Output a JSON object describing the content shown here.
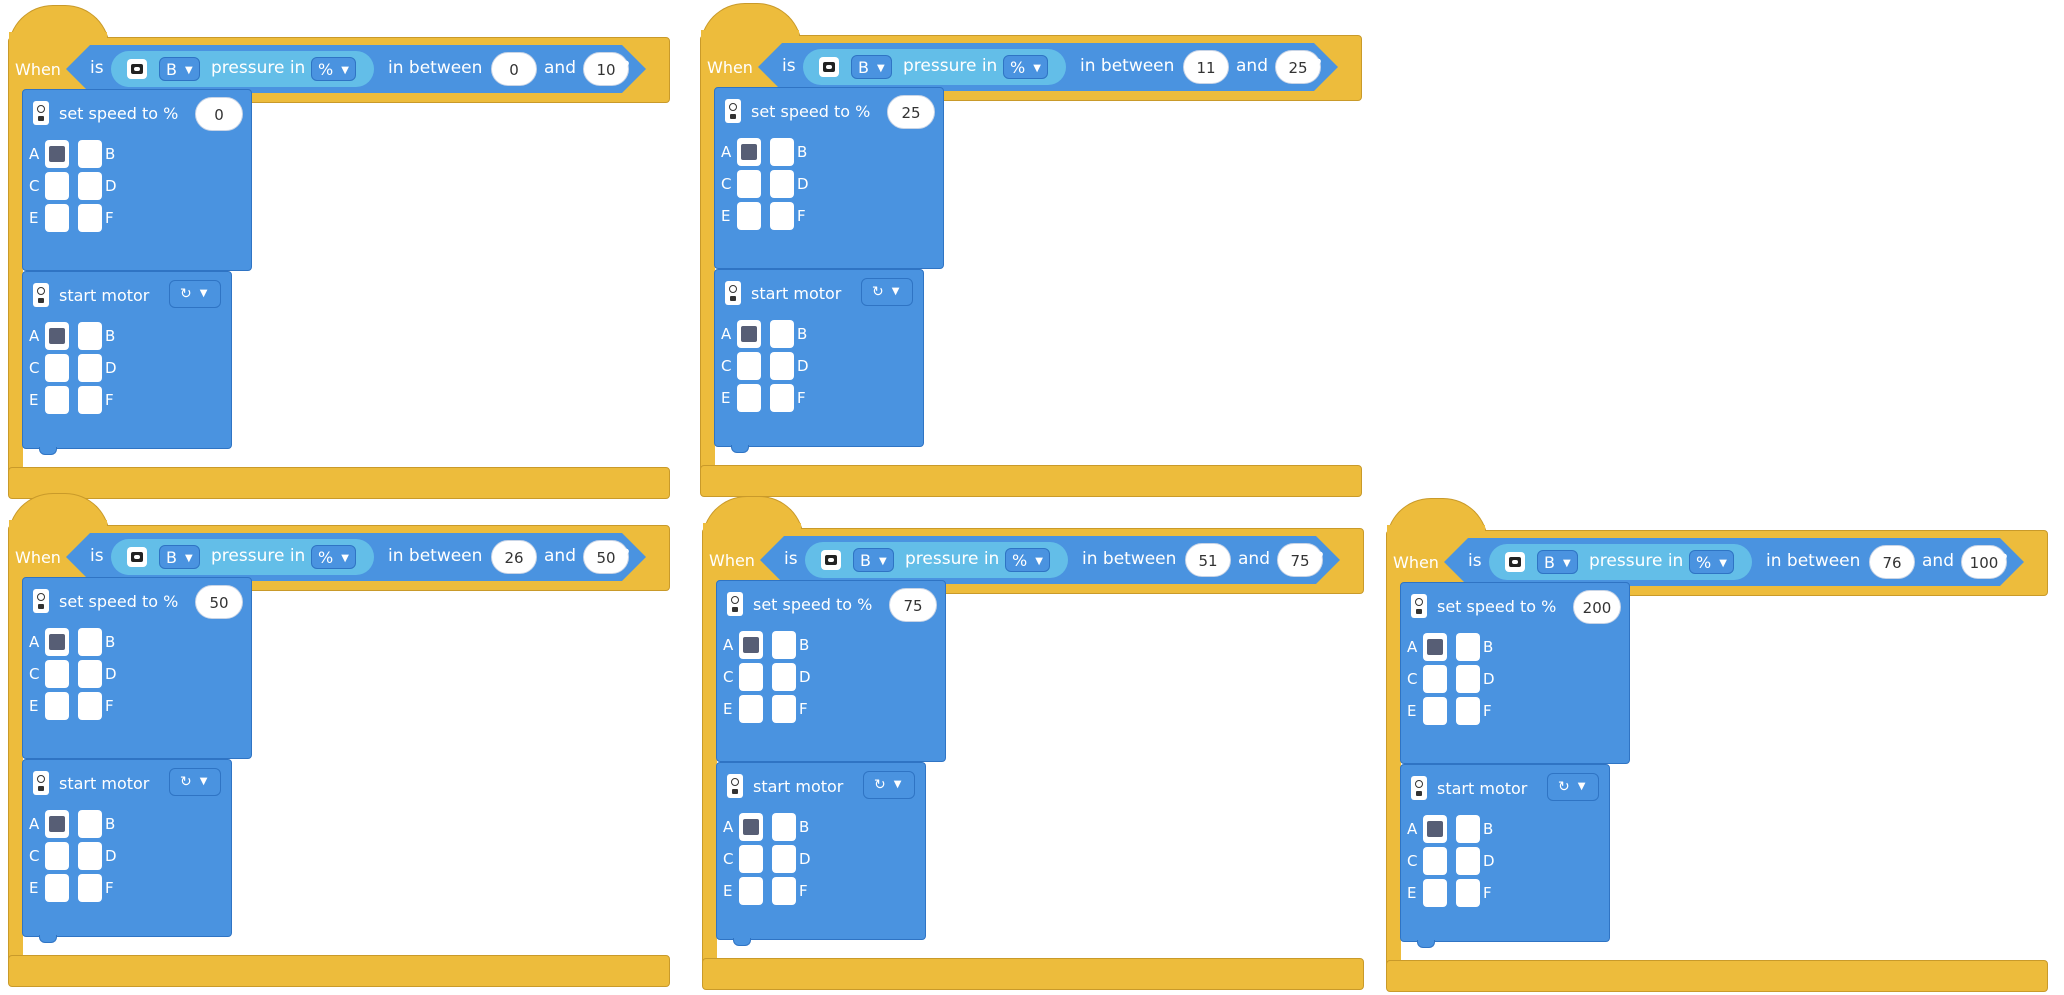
{
  "labels": {
    "when": "When",
    "is": "is",
    "pressure_in": "pressure in",
    "in_between": "in between",
    "and": "and",
    "question": "?",
    "set_speed": "set speed to %",
    "start_motor": "start motor",
    "ports": [
      "A",
      "B",
      "C",
      "D",
      "E",
      "F"
    ],
    "rotate_icon": "↻",
    "caret": "▼"
  },
  "icons": {
    "sensor": "pressure-sensor-icon",
    "motor": "motor-icon",
    "direction": "rotate-clockwise-icon"
  },
  "colors": {
    "event_block": "#EDBC3C",
    "motor_block": "#4A93E0",
    "sensor_pill": "#63BEE8",
    "selected_port": "#575E75"
  },
  "events": [
    {
      "sensor_port": "B",
      "unit": "%",
      "from": "0",
      "to": "10",
      "speed": "0",
      "speed_ports": {
        "A": true,
        "B": false,
        "C": false,
        "D": false,
        "E": false,
        "F": false
      },
      "start_ports": {
        "A": true,
        "B": false,
        "C": false,
        "D": false,
        "E": false,
        "F": false
      }
    },
    {
      "sensor_port": "B",
      "unit": "%",
      "from": "11",
      "to": "25",
      "speed": "25",
      "speed_ports": {
        "A": true,
        "B": false,
        "C": false,
        "D": false,
        "E": false,
        "F": false
      },
      "start_ports": {
        "A": true,
        "B": false,
        "C": false,
        "D": false,
        "E": false,
        "F": false
      }
    },
    {
      "sensor_port": "B",
      "unit": "%",
      "from": "26",
      "to": "50",
      "speed": "50",
      "speed_ports": {
        "A": true,
        "B": false,
        "C": false,
        "D": false,
        "E": false,
        "F": false
      },
      "start_ports": {
        "A": true,
        "B": false,
        "C": false,
        "D": false,
        "E": false,
        "F": false
      }
    },
    {
      "sensor_port": "B",
      "unit": "%",
      "from": "51",
      "to": "75",
      "speed": "75",
      "speed_ports": {
        "A": true,
        "B": false,
        "C": false,
        "D": false,
        "E": false,
        "F": false
      },
      "start_ports": {
        "A": true,
        "B": false,
        "C": false,
        "D": false,
        "E": false,
        "F": false
      }
    },
    {
      "sensor_port": "B",
      "unit": "%",
      "from": "76",
      "to": "100",
      "speed": "200",
      "speed_ports": {
        "A": true,
        "B": false,
        "C": false,
        "D": false,
        "E": false,
        "F": false
      },
      "start_ports": {
        "A": true,
        "B": false,
        "C": false,
        "D": false,
        "E": false,
        "F": false
      }
    }
  ]
}
